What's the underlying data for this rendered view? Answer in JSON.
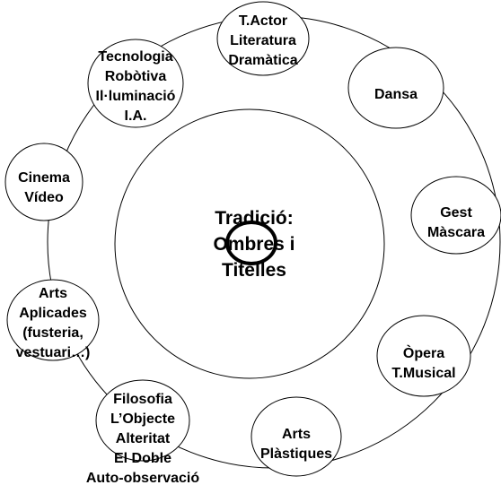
{
  "diagram": {
    "center": {
      "lines": [
        "Tradició:",
        "Ombres i",
        "Titelles"
      ]
    },
    "nodes": [
      {
        "id": "tactor",
        "lines": [
          "T.Actor",
          "Literatura",
          "Dramàtica"
        ]
      },
      {
        "id": "dansa",
        "lines": [
          "Dansa"
        ]
      },
      {
        "id": "gest",
        "lines": [
          "Gest",
          "Màscara"
        ]
      },
      {
        "id": "opera",
        "lines": [
          "Òpera",
          "T.Musical"
        ]
      },
      {
        "id": "arts-plastiques",
        "lines": [
          "Arts",
          "Plàstiques"
        ]
      },
      {
        "id": "filosofia",
        "lines": [
          "Filosofia",
          "L’Objecte",
          "Alteritat",
          "El Doble",
          "Auto-observació"
        ]
      },
      {
        "id": "arts-aplicades",
        "lines": [
          "Arts",
          "Aplicades",
          "(fusteria,",
          "vestuari…)"
        ]
      },
      {
        "id": "cinema",
        "lines": [
          "Cinema",
          "Vídeo"
        ]
      },
      {
        "id": "tecnologia",
        "lines": [
          "Tecnologia",
          "Robòtiva",
          "Il·luminació",
          "I.A."
        ]
      }
    ]
  }
}
